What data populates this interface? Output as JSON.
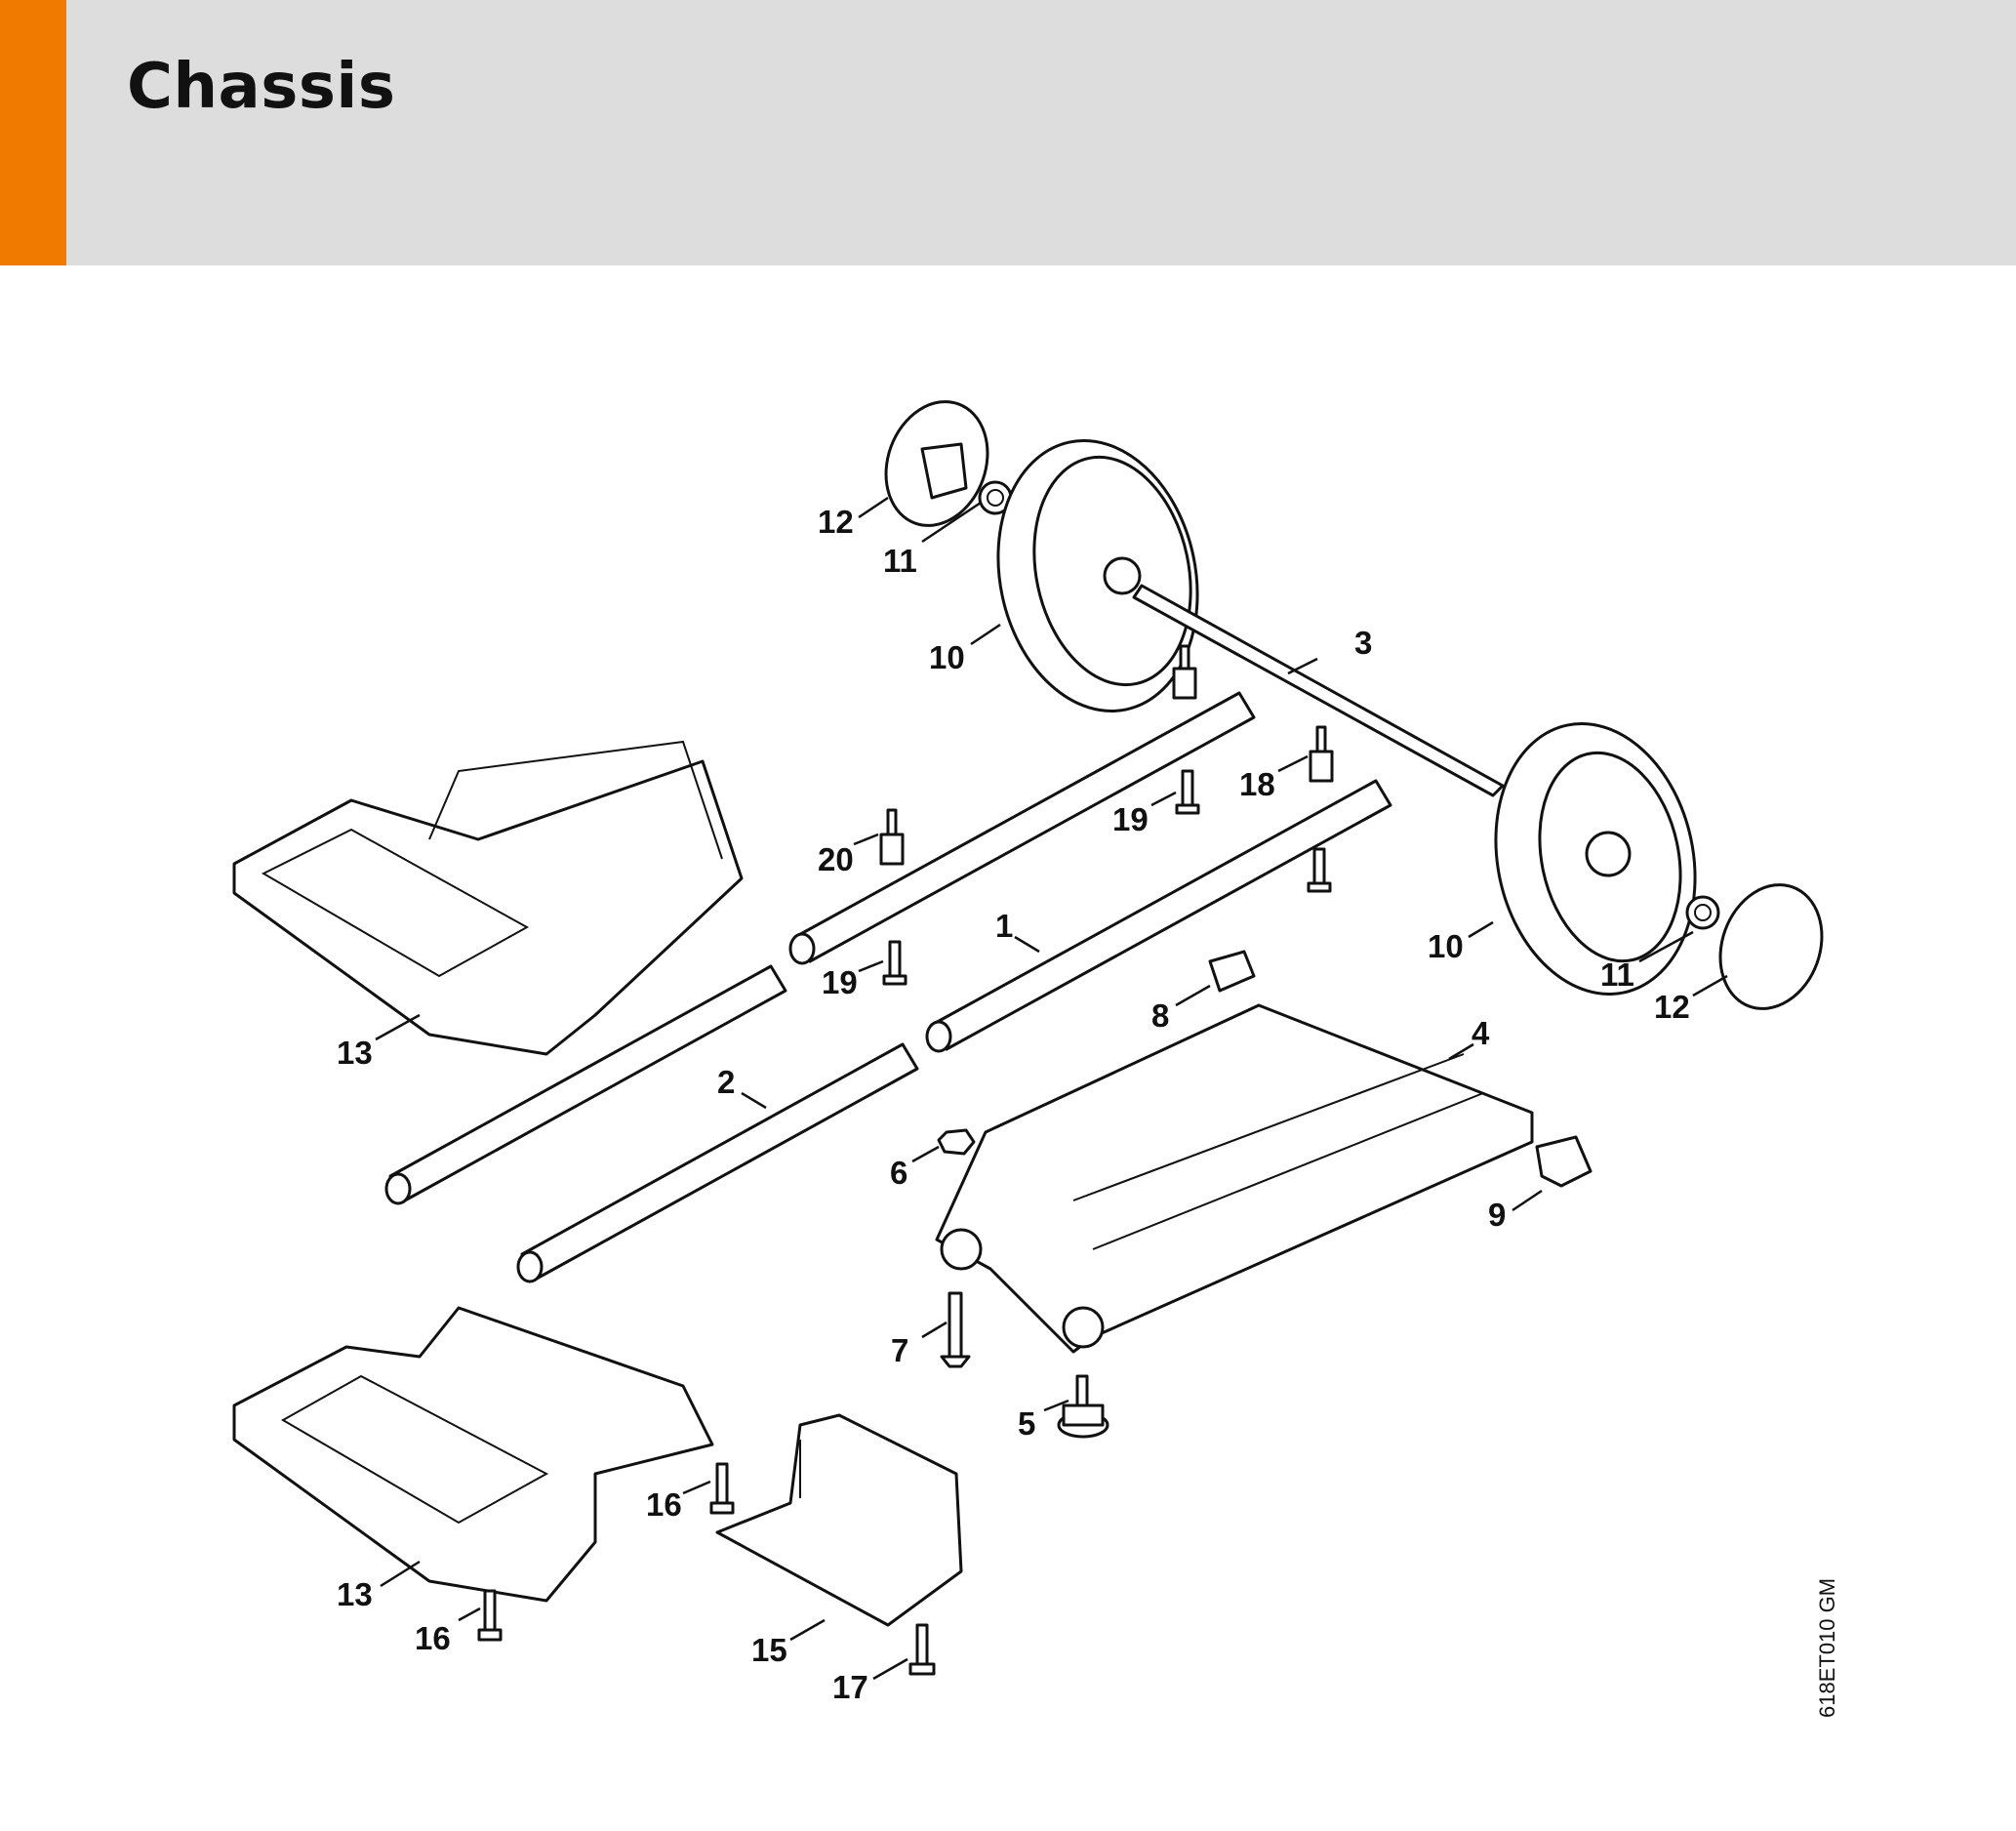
{
  "page": {
    "title": "Chassis",
    "accent_color": "#f07a00",
    "header_color": "#dcdddc"
  },
  "diagram": {
    "document_code": "618ET010 GM",
    "callouts": {
      "c12a": "12",
      "c11a": "11",
      "c10a": "10",
      "c3": "3",
      "c20": "20",
      "c19a": "19",
      "c18": "18",
      "c19b": "19",
      "c1": "1",
      "c10b": "10",
      "c11b": "11",
      "c12b": "12",
      "c13a": "13",
      "c8": "8",
      "c4": "4",
      "c2": "2",
      "c6": "6",
      "c9": "9",
      "c7": "7",
      "c5": "5",
      "c16a": "16",
      "c13b": "13",
      "c16b": "16",
      "c15": "15",
      "c17": "17"
    }
  }
}
